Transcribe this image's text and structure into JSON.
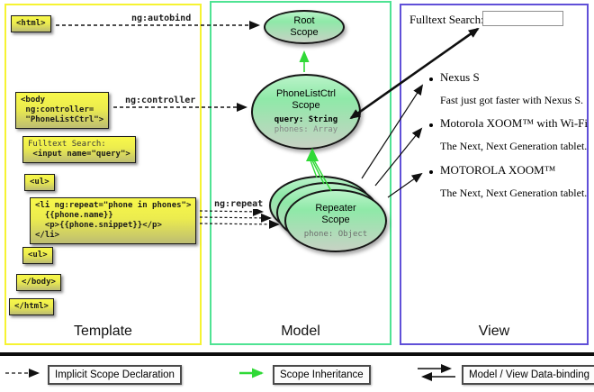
{
  "columns": {
    "template": "Template",
    "model": "Model",
    "view": "View"
  },
  "connector_labels": {
    "autobind": "ng:autobind",
    "controller": "ng:controller",
    "repeat": "ng:repeat"
  },
  "template_code": {
    "html_open": "<html>",
    "body_open": [
      "<body",
      " ng:controller=",
      " \"PhoneListCtrl\">"
    ],
    "fulltext": [
      "Fulltext Search:",
      " <input name=\"query\">"
    ],
    "ul_open": "<ul>",
    "li_repeat": [
      "<li ng:repeat=\"phone in phones\">",
      "  {{phone.name}}",
      "  <p>{{phone.snippet}}</p>",
      "</li>"
    ],
    "ul_close": "<ul>",
    "body_close": "</body>",
    "html_close": "</html>"
  },
  "scopes": {
    "root": {
      "name1": "Root",
      "name2": "Scope"
    },
    "phonelist": {
      "name1": "PhoneListCtrl",
      "name2": "Scope",
      "prop_query": "query: String",
      "prop_phones": "phones: Array"
    },
    "repeater": {
      "name1": "Repeater",
      "name2": "Scope",
      "prop_phone": "phone: Object"
    }
  },
  "view": {
    "fulltext_label": "Fulltext Search:",
    "search_value": "",
    "items": [
      {
        "title": "Nexus S",
        "desc": "Fast just got faster with Nexus S."
      },
      {
        "title": "Motorola XOOM™ with Wi-Fi",
        "desc": "The Next, Next Generation tablet."
      },
      {
        "title": "MOTOROLA XOOM™",
        "desc": "The Next, Next Generation tablet."
      }
    ]
  },
  "legend": {
    "implicit": "Implicit Scope Declaration",
    "inheritance": "Scope Inheritance",
    "databinding": "Model / View Data-binding"
  },
  "colors": {
    "template_border": "#f6f332",
    "model_border": "#4fe393",
    "view_border": "#6050d8",
    "code_box_yellow": "#f0ef4a",
    "scope_green": "#8fe9a8",
    "inheritance_green": "#2fd936"
  }
}
